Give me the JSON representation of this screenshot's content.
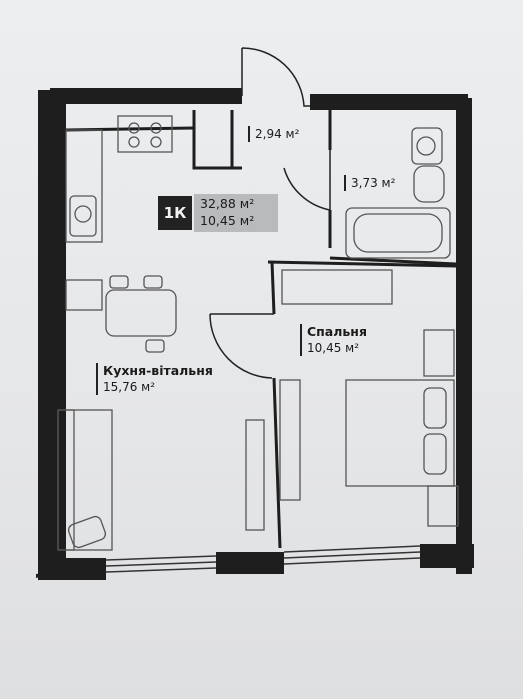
{
  "apartment": {
    "type_code": "1К",
    "total_area": "32,88 м²",
    "living_area": "10,45 м²"
  },
  "rooms": {
    "corridor": {
      "area": "2,94 м²"
    },
    "bathroom": {
      "area": "3,73 м²"
    },
    "bedroom": {
      "name": "Спальня",
      "area": "10,45 м²"
    },
    "kitchen_living": {
      "name": "Кухня-вітальня",
      "area": "15,76 м²"
    }
  },
  "colors": {
    "wall": "#1e1e1e",
    "fixture": "#555555",
    "badge_dark": "#222222",
    "badge_light": "#b9babc"
  }
}
